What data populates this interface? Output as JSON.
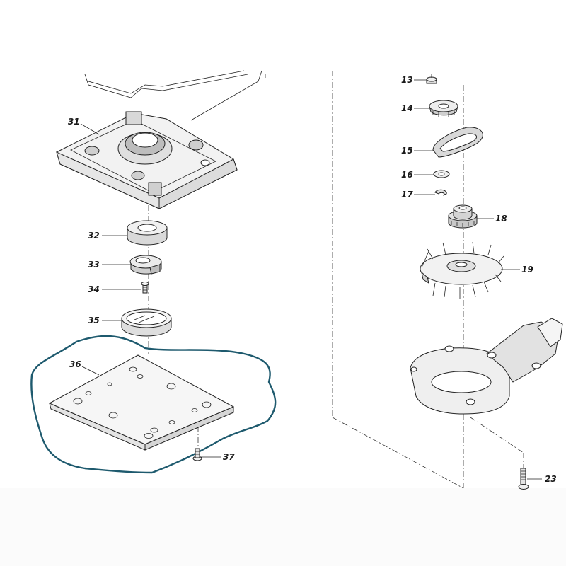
{
  "diagram": {
    "outline_color": "#1e5a6e",
    "labels": [
      {
        "id": "13",
        "text": "13"
      },
      {
        "id": "14",
        "text": "14"
      },
      {
        "id": "15",
        "text": "15"
      },
      {
        "id": "16",
        "text": "16"
      },
      {
        "id": "17",
        "text": "17"
      },
      {
        "id": "18",
        "text": "18"
      },
      {
        "id": "19",
        "text": "19"
      },
      {
        "id": "23",
        "text": "23"
      },
      {
        "id": "31",
        "text": "31"
      },
      {
        "id": "32",
        "text": "32"
      },
      {
        "id": "33",
        "text": "33"
      },
      {
        "id": "34",
        "text": "34"
      },
      {
        "id": "35",
        "text": "35"
      },
      {
        "id": "36",
        "text": "36"
      },
      {
        "id": "37",
        "text": "37"
      }
    ]
  }
}
